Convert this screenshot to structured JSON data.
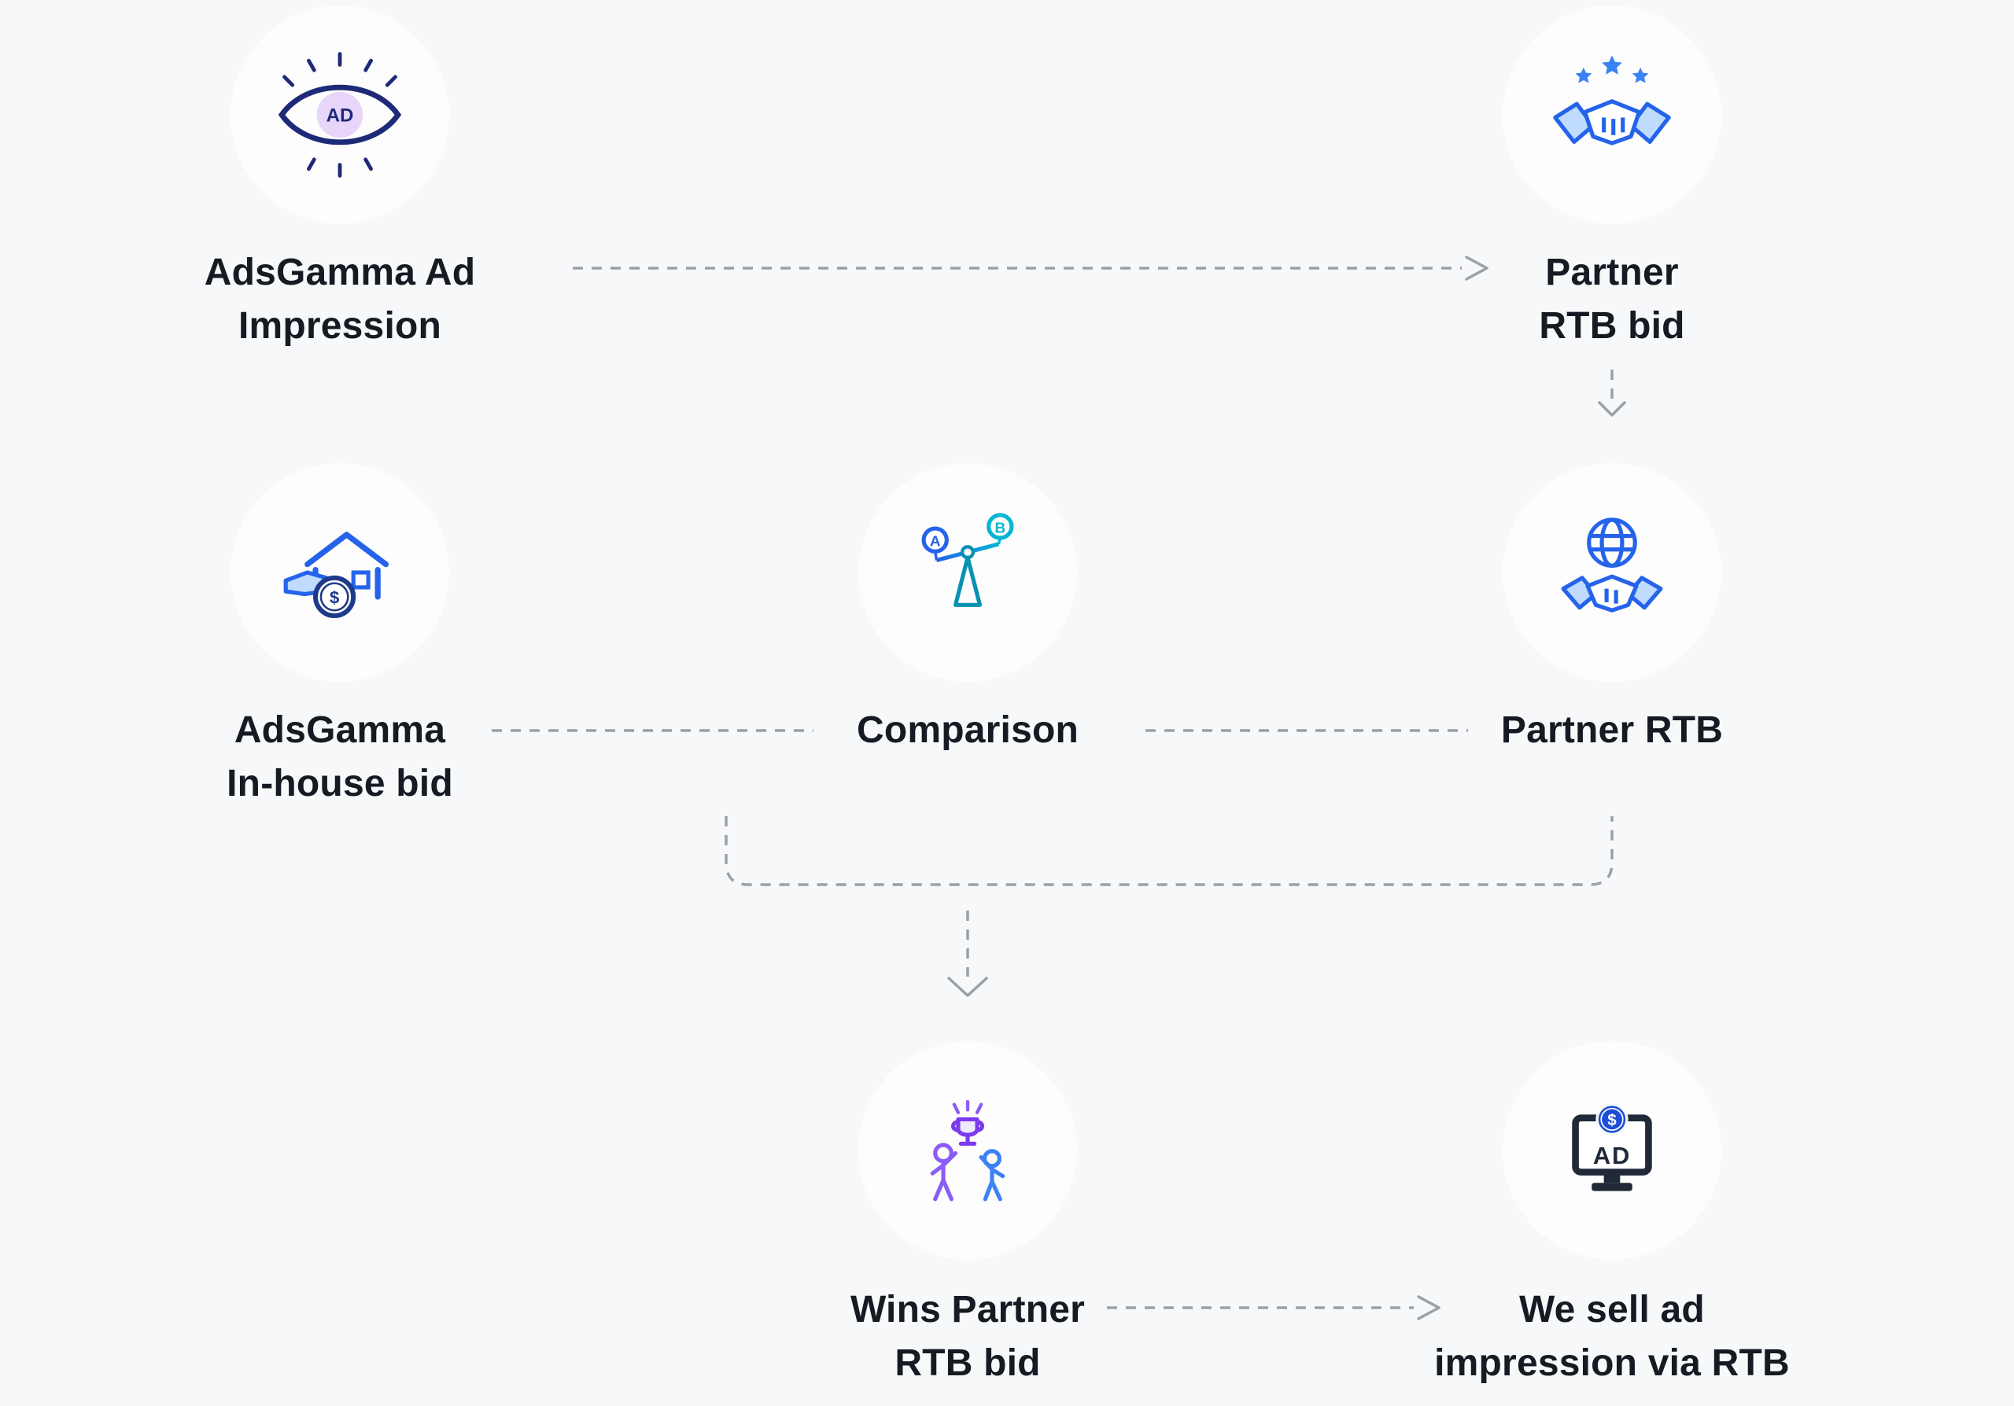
{
  "page": {
    "background": "#f7f8fa"
  },
  "nodes": {
    "ad_impression": {
      "line1": "AdsGamma Ad",
      "line2": "Impression"
    },
    "partner_rtb_bid": {
      "line1": "Partner",
      "line2": "RTB bid"
    },
    "inhouse_bid": {
      "line1": "AdsGamma",
      "line2": "In-house bid"
    },
    "comparison": {
      "line1": "Comparison"
    },
    "partner_rtb": {
      "line1": "Partner RTB"
    },
    "wins_bid": {
      "line1": "Wins Partner",
      "line2": "RTB bid"
    },
    "sell_rtb": {
      "line1": "We sell ad",
      "line2": "impression via RTB"
    }
  },
  "icons": {
    "eye_ad_label": "AD",
    "scale_left_label": "A",
    "scale_right_label": "B",
    "coin_dollar": "$",
    "monitor_ad_label": "AD",
    "monitor_coin_dollar": "$"
  },
  "colors": {
    "background": "#f7f8fa",
    "node_circle": "#fdfdfd",
    "label_text": "#161a23",
    "connector": "#9aa0a6",
    "blue": "#2563eb",
    "light_blue": "#bfdbfe",
    "cyan": "#06b6d4",
    "navy": "#1e2a78",
    "purple": "#8b5cf6",
    "violet": "#7c3aed",
    "light_purple": "#e7d5fa",
    "dark": "#1f2937",
    "coin_blue": "#1d4ed8"
  }
}
